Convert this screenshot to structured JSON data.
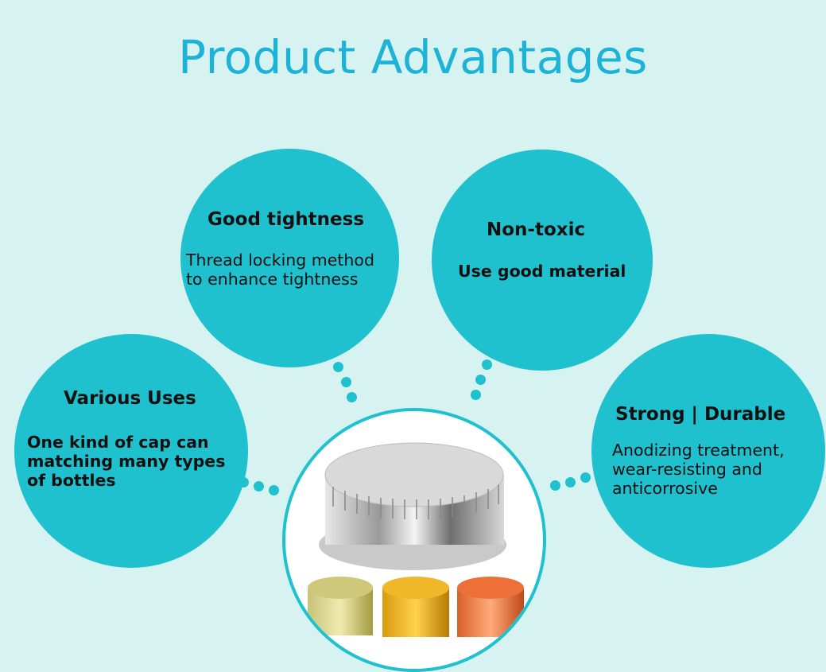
{
  "title": "Product Advantages",
  "features": [
    {
      "heading": "Various Uses",
      "lines": [
        "One kind of cap can",
        "matching many types",
        "of bottles"
      ]
    },
    {
      "heading": "Good tightness",
      "lines": [
        "Thread locking method",
        "to enhance tightness"
      ]
    },
    {
      "heading": "Non-toxic",
      "lines": [
        "Use good material"
      ]
    },
    {
      "heading": "Strong | Durable",
      "lines": [
        "Anodizing treatment,",
        "wear-resisting and",
        "anticorrosive"
      ]
    }
  ],
  "colors": {
    "accent": "#1fc1cf",
    "title": "#1db3d6",
    "background": "#d6f2f1"
  }
}
